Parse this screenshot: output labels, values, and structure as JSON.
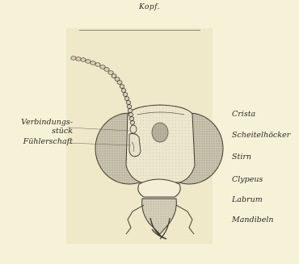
{
  "title": "Kopf.",
  "labels_left": {
    "verbindungsstueck_line1": "Verbindungs-",
    "verbindungsstueck_line2": "stück",
    "fuehlerschaft": "Fühlerschaft"
  },
  "labels_right": [
    "Crista",
    "Scheitelhöcker",
    "Stirn",
    "Clypeus",
    "Labrum",
    "Mandibeln"
  ]
}
